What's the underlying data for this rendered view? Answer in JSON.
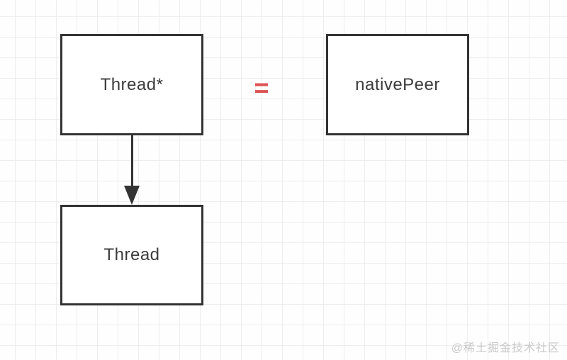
{
  "diagram": {
    "boxes": [
      {
        "id": "thread-star",
        "label": "Thread*"
      },
      {
        "id": "native-peer",
        "label": "nativePeer"
      },
      {
        "id": "thread",
        "label": "Thread"
      }
    ],
    "operator": "=",
    "arrow": {
      "from": "thread-star",
      "to": "thread",
      "direction": "down"
    },
    "watermark": "@稀土掘金技术社区",
    "colors": {
      "box_border": "#333333",
      "box_fill": "#ffffff",
      "text": "#3c3c3c",
      "equals": "#dd5353",
      "arrow": "#333333",
      "grid_line": "#ededed",
      "background": "#fefefe",
      "watermark": "#c9c9c9"
    }
  }
}
